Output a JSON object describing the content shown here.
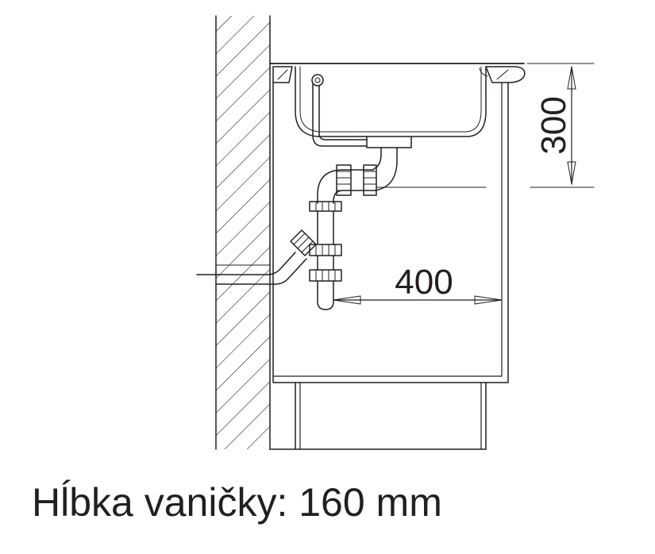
{
  "dimensions": {
    "height_label": "300",
    "width_label": "400"
  },
  "caption": "Hĺbka vaničky: 160 mm",
  "colors": {
    "line": "#231f20",
    "background": "#ffffff"
  }
}
